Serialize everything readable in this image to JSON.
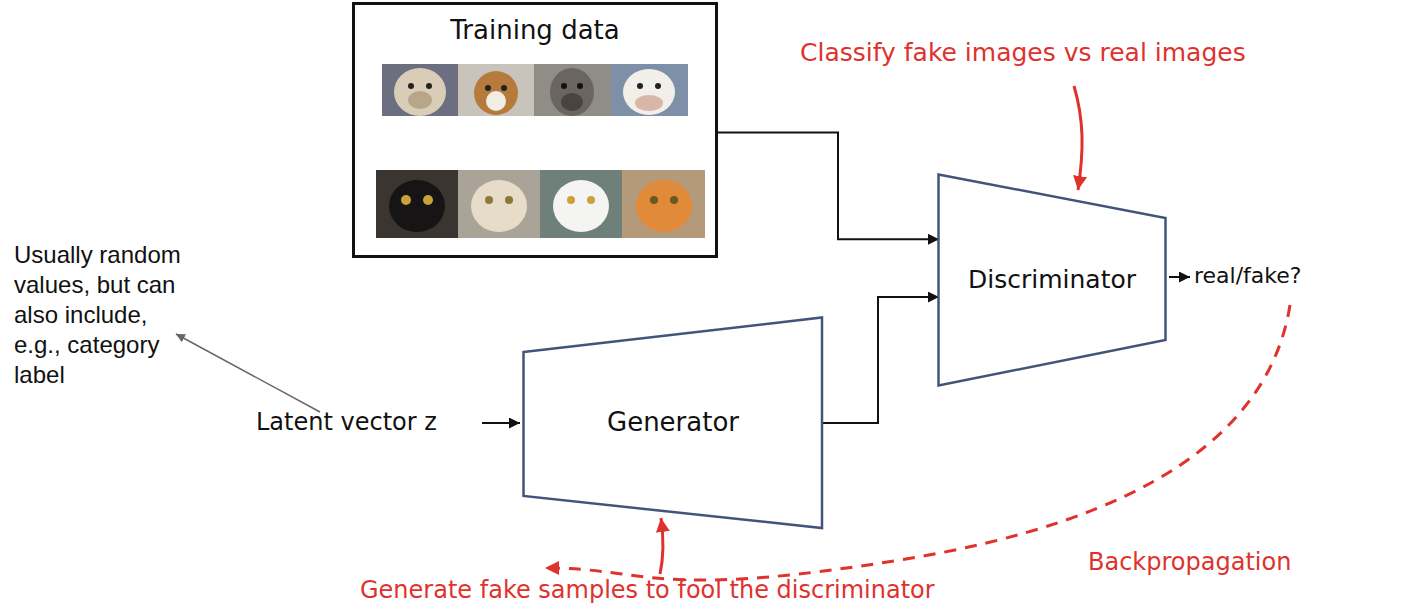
{
  "diagram": {
    "nodes": [
      {
        "text": [
          "Training data"
        ]
      },
      {
        "text": [
          "Discriminator"
        ]
      },
      {
        "text": [
          "Generator"
        ]
      }
    ],
    "edges": [
      {
        "from": 0,
        "to": 1,
        "arrow": "to"
      },
      {
        "from": 2,
        "to": 1,
        "arrow": "to"
      }
    ],
    "labels": [
      "Classify fake images vs real images",
      "real/fake?",
      "Latent vector z",
      "Usually random values, but can also include, e.g., category label",
      "Backpropagation",
      "Generate fake samples to fool the discriminator"
    ]
  }
}
